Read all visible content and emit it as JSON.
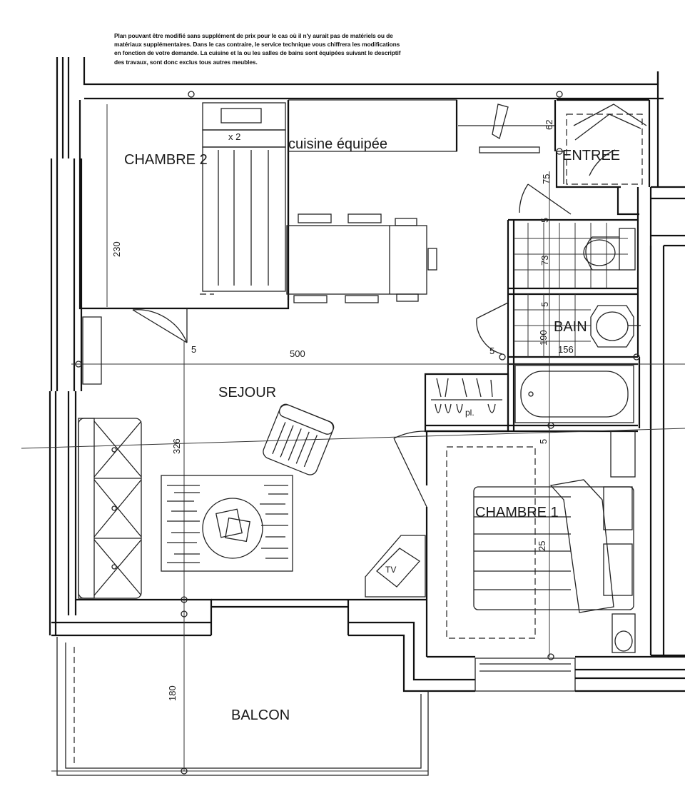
{
  "note": {
    "lines": [
      "Plan pouvant être modifié sans supplément de prix pour le cas où il n'y aurait pas de matériels ou de",
      "matériaux supplémentaires. Dans le cas contraire, le service technique vous chiffrera les modifications",
      "en fonction de votre demande. La cuisine et la ou les salles de bains sont équipées suivant le descriptif",
      "des travaux, sont donc exclus tous autres meubles."
    ]
  },
  "rooms": {
    "chambre2": "CHAMBRE 2",
    "cuisine": "cuisine équipée",
    "entree": "ENTREE",
    "bain": "BAIN",
    "sejour": "SEJOUR",
    "chambre1": "CHAMBRE 1",
    "balcon": "BALCON"
  },
  "labels": {
    "bed_count": "x 2",
    "tv": "TV",
    "placard": "pl."
  },
  "dimensions": {
    "d230": "230",
    "d500": "500",
    "d326": "326",
    "d180": "180",
    "d75": "75",
    "d62": "62",
    "d73": "73",
    "d190": "190",
    "d156": "156",
    "d25": "25",
    "d5a": "5",
    "d5b": "5",
    "d5c": "5",
    "d5d": "5",
    "d5e": "5"
  }
}
